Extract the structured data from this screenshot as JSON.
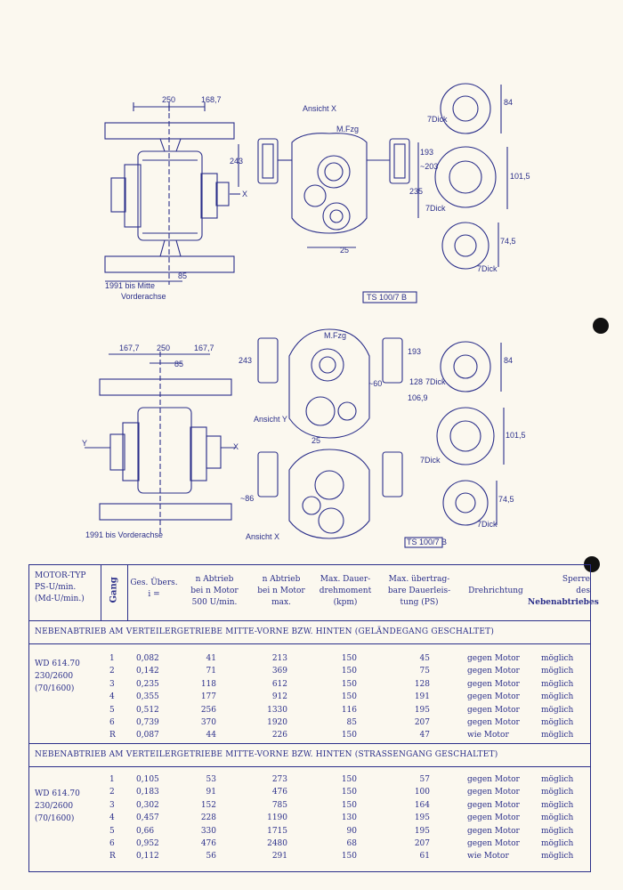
{
  "drawing_labels": {
    "dim_250_top": "250",
    "dim_1687": "168,7",
    "ansicht_x_top": "Ansicht X",
    "mfzg_top": "M.Fzg",
    "dim_243_top": "243",
    "dim_193_top": "193",
    "dim_203": "~203",
    "dim_235": "235",
    "dim_25_top": "25",
    "x_arrow_top": "X",
    "dim_85_top": "85",
    "dim_1991_top": "1991 bis Mitte",
    "vorderachse_top": "Vorderachse",
    "ref_top": "TS 100/7 B",
    "seven_dick_1": "7Dick",
    "seven_dick_2": "7Dick",
    "seven_dick_3": "7Dick",
    "dim_84": "84",
    "dim_1015": "101,5",
    "dim_745": "74,5",
    "dim_1677a": "167,7",
    "dim_250_bot": "250",
    "dim_1677b": "167,7",
    "dim_85_bot": "85",
    "dim_243_bot": "243",
    "mfzg_bot": "M.Fzg",
    "dim_193_bot": "193",
    "dim_60": "~60",
    "dim_128": "128",
    "dim_1069": "106,9",
    "ansicht_y": "Ansicht Y",
    "dim_25_bot": "25",
    "y_arrow": "Y",
    "x_arrow_bot": "X",
    "dim_86": "~86",
    "dim_1991_bot": "1991 bis Vorderachse",
    "ansicht_x_bot": "Ansicht X",
    "ref_bot": "TS 100/7 B",
    "seven_dick_4": "7Dick",
    "seven_dick_5": "7Dick",
    "seven_dick_6": "7Dick",
    "dim_84_b": "84",
    "dim_1015_b": "101,5",
    "dim_745_b": "74,5"
  },
  "table": {
    "headers": {
      "motor_typ": [
        "MOTOR-TYP",
        "PS-U/min.",
        "(Md-U/min.)"
      ],
      "gang": "Gang",
      "ges_uebers": [
        "Ges. Übers.",
        "i ="
      ],
      "n_abtrieb_500": [
        "n Abtrieb",
        "bei n Motor",
        "500 U/min."
      ],
      "n_abtrieb_max": [
        "n Abtrieb",
        "bei n Motor",
        "max."
      ],
      "dauerdrehmoment": [
        "Max. Dauer-",
        "drehmoment",
        "(kpm)"
      ],
      "dauerleistung": [
        "Max. übertrag-",
        "bare Dauerleis-",
        "tung (PS)"
      ],
      "drehrichtung": "Drehrichtung",
      "sperre": [
        "Sperre",
        "des",
        "Nebenabtriebes"
      ]
    },
    "sections": [
      {
        "title": "NEBENABTRIEB AM VERTEILERGETRIEBE MITTE-VORNE BZW. HINTEN (GELÄNDEGANG GESCHALTET)",
        "motor": [
          "WD 614.70",
          "230/2600",
          "(70/1600)"
        ],
        "rows": [
          {
            "gang": "1",
            "i": "0,082",
            "n500": "41",
            "nmax": "213",
            "md": "150",
            "ps": "45",
            "dreh": "gegen Motor",
            "sperre": "möglich"
          },
          {
            "gang": "2",
            "i": "0,142",
            "n500": "71",
            "nmax": "369",
            "md": "150",
            "ps": "75",
            "dreh": "gegen Motor",
            "sperre": "möglich"
          },
          {
            "gang": "3",
            "i": "0,235",
            "n500": "118",
            "nmax": "612",
            "md": "150",
            "ps": "128",
            "dreh": "gegen Motor",
            "sperre": "möglich"
          },
          {
            "gang": "4",
            "i": "0,355",
            "n500": "177",
            "nmax": "912",
            "md": "150",
            "ps": "191",
            "dreh": "gegen Motor",
            "sperre": "möglich"
          },
          {
            "gang": "5",
            "i": "0,512",
            "n500": "256",
            "nmax": "1330",
            "md": "116",
            "ps": "195",
            "dreh": "gegen Motor",
            "sperre": "möglich"
          },
          {
            "gang": "6",
            "i": "0,739",
            "n500": "370",
            "nmax": "1920",
            "md": "85",
            "ps": "207",
            "dreh": "gegen Motor",
            "sperre": "möglich"
          },
          {
            "gang": "R",
            "i": "0,087",
            "n500": "44",
            "nmax": "226",
            "md": "150",
            "ps": "47",
            "dreh": "wie Motor",
            "sperre": "möglich"
          }
        ]
      },
      {
        "title": "NEBENABTRIEB AM VERTEILERGETRIEBE MITTE-VORNE BZW. HINTEN (STRASSENGANG GESCHALTET)",
        "motor": [
          "WD 614.70",
          "230/2600",
          "(70/1600)"
        ],
        "rows": [
          {
            "gang": "1",
            "i": "0,105",
            "n500": "53",
            "nmax": "273",
            "md": "150",
            "ps": "57",
            "dreh": "gegen Motor",
            "sperre": "möglich"
          },
          {
            "gang": "2",
            "i": "0,183",
            "n500": "91",
            "nmax": "476",
            "md": "150",
            "ps": "100",
            "dreh": "gegen Motor",
            "sperre": "möglich"
          },
          {
            "gang": "3",
            "i": "0,302",
            "n500": "152",
            "nmax": "785",
            "md": "150",
            "ps": "164",
            "dreh": "gegen Motor",
            "sperre": "möglich"
          },
          {
            "gang": "4",
            "i": "0,457",
            "n500": "228",
            "nmax": "1190",
            "md": "130",
            "ps": "195",
            "dreh": "gegen Motor",
            "sperre": "möglich"
          },
          {
            "gang": "5",
            "i": "0,66",
            "n500": "330",
            "nmax": "1715",
            "md": "90",
            "ps": "195",
            "dreh": "gegen Motor",
            "sperre": "möglich"
          },
          {
            "gang": "6",
            "i": "0,952",
            "n500": "476",
            "nmax": "2480",
            "md": "68",
            "ps": "207",
            "dreh": "gegen Motor",
            "sperre": "möglich"
          },
          {
            "gang": "R",
            "i": "0,112",
            "n500": "56",
            "nmax": "291",
            "md": "150",
            "ps": "61",
            "dreh": "wie Motor",
            "sperre": "möglich"
          }
        ]
      }
    ]
  },
  "colors": {
    "ink": "#2b2f8a",
    "paper": "#fbf8ef"
  }
}
